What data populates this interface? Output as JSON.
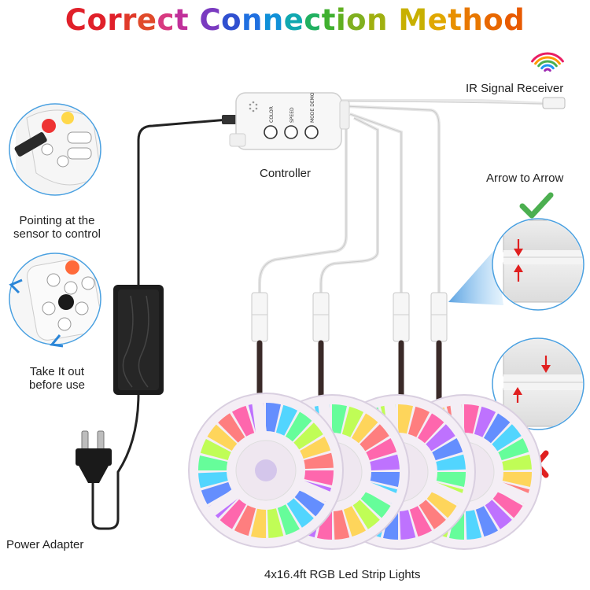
{
  "title": {
    "text": "Correct Connection Method",
    "letters": [
      {
        "ch": "C",
        "color": "#e0202a"
      },
      {
        "ch": "o",
        "color": "#e0202a"
      },
      {
        "ch": "r",
        "color": "#e0202a"
      },
      {
        "ch": "r",
        "color": "#e03a2a"
      },
      {
        "ch": "e",
        "color": "#e04a2a"
      },
      {
        "ch": "c",
        "color": "#d83a80"
      },
      {
        "ch": "t",
        "color": "#c0309a"
      },
      {
        "ch": " ",
        "color": "#ffffff"
      },
      {
        "ch": "C",
        "color": "#7a3ac0"
      },
      {
        "ch": "o",
        "color": "#3050d0"
      },
      {
        "ch": "n",
        "color": "#2070e0"
      },
      {
        "ch": "n",
        "color": "#1090d8"
      },
      {
        "ch": "e",
        "color": "#10a8b0"
      },
      {
        "ch": "c",
        "color": "#20b060"
      },
      {
        "ch": "t",
        "color": "#40b030"
      },
      {
        "ch": "i",
        "color": "#60b020"
      },
      {
        "ch": "o",
        "color": "#80b020"
      },
      {
        "ch": "n",
        "color": "#a0b010"
      },
      {
        "ch": " ",
        "color": "#ffffff"
      },
      {
        "ch": "M",
        "color": "#c8b000"
      },
      {
        "ch": "e",
        "color": "#e0a800"
      },
      {
        "ch": "t",
        "color": "#e89000"
      },
      {
        "ch": "h",
        "color": "#e87800"
      },
      {
        "ch": "o",
        "color": "#e86800"
      },
      {
        "ch": "d",
        "color": "#e85a00"
      }
    ]
  },
  "labels": {
    "ir_receiver": "IR Signal Receiver",
    "controller": "Controller",
    "arrow_to_arrow": "Arrow to Arrow",
    "pointing_line1": "Pointing at the",
    "pointing_line2": "sensor to control",
    "takeout_line1": "Take It out",
    "takeout_line2": "before use",
    "power_adapter": "Power Adapter",
    "strips": "4x16.4ft RGB Led Strip Lights"
  },
  "controller_buttons": [
    "COLOR",
    "SPEED",
    "MODE DEMO"
  ],
  "colors": {
    "check": "#4caf50",
    "cross": "#e02020",
    "arrow": "#e02020",
    "wifi": [
      "#e91e63",
      "#ff9800",
      "#4caf50",
      "#2196f3",
      "#9c27b0"
    ]
  },
  "icons": {
    "check": "check-icon",
    "cross": "cross-icon"
  }
}
